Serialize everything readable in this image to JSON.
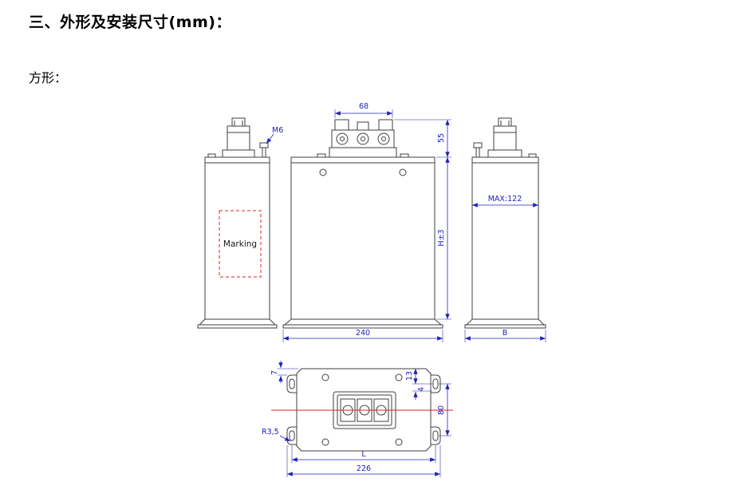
{
  "page": {
    "title": "三、外形及安装尺寸(mm)：",
    "subtitle": "方形："
  },
  "colors": {
    "drawing_line": "#3f3f3f",
    "dimension": "#2020bb",
    "marking_red": "#e02020"
  },
  "views": {
    "side_left": {
      "bolt_label": "M6",
      "marking_label": "Marking"
    },
    "front": {
      "dim_terminal_span": "68",
      "dim_terminal_height": "55",
      "dim_body_height": "H±3",
      "dim_base_width": "240"
    },
    "side_right": {
      "dim_max_depth": "MAX:122",
      "dim_base_depth": "B"
    },
    "bottom": {
      "dim_slot_center": "13",
      "dim_slot_width": "4",
      "dim_ear_offset": "7",
      "dim_slot_spacing": "80",
      "corner_radius": "R3,5",
      "dim_mount_span": "L",
      "dim_overall_length": "226"
    }
  }
}
